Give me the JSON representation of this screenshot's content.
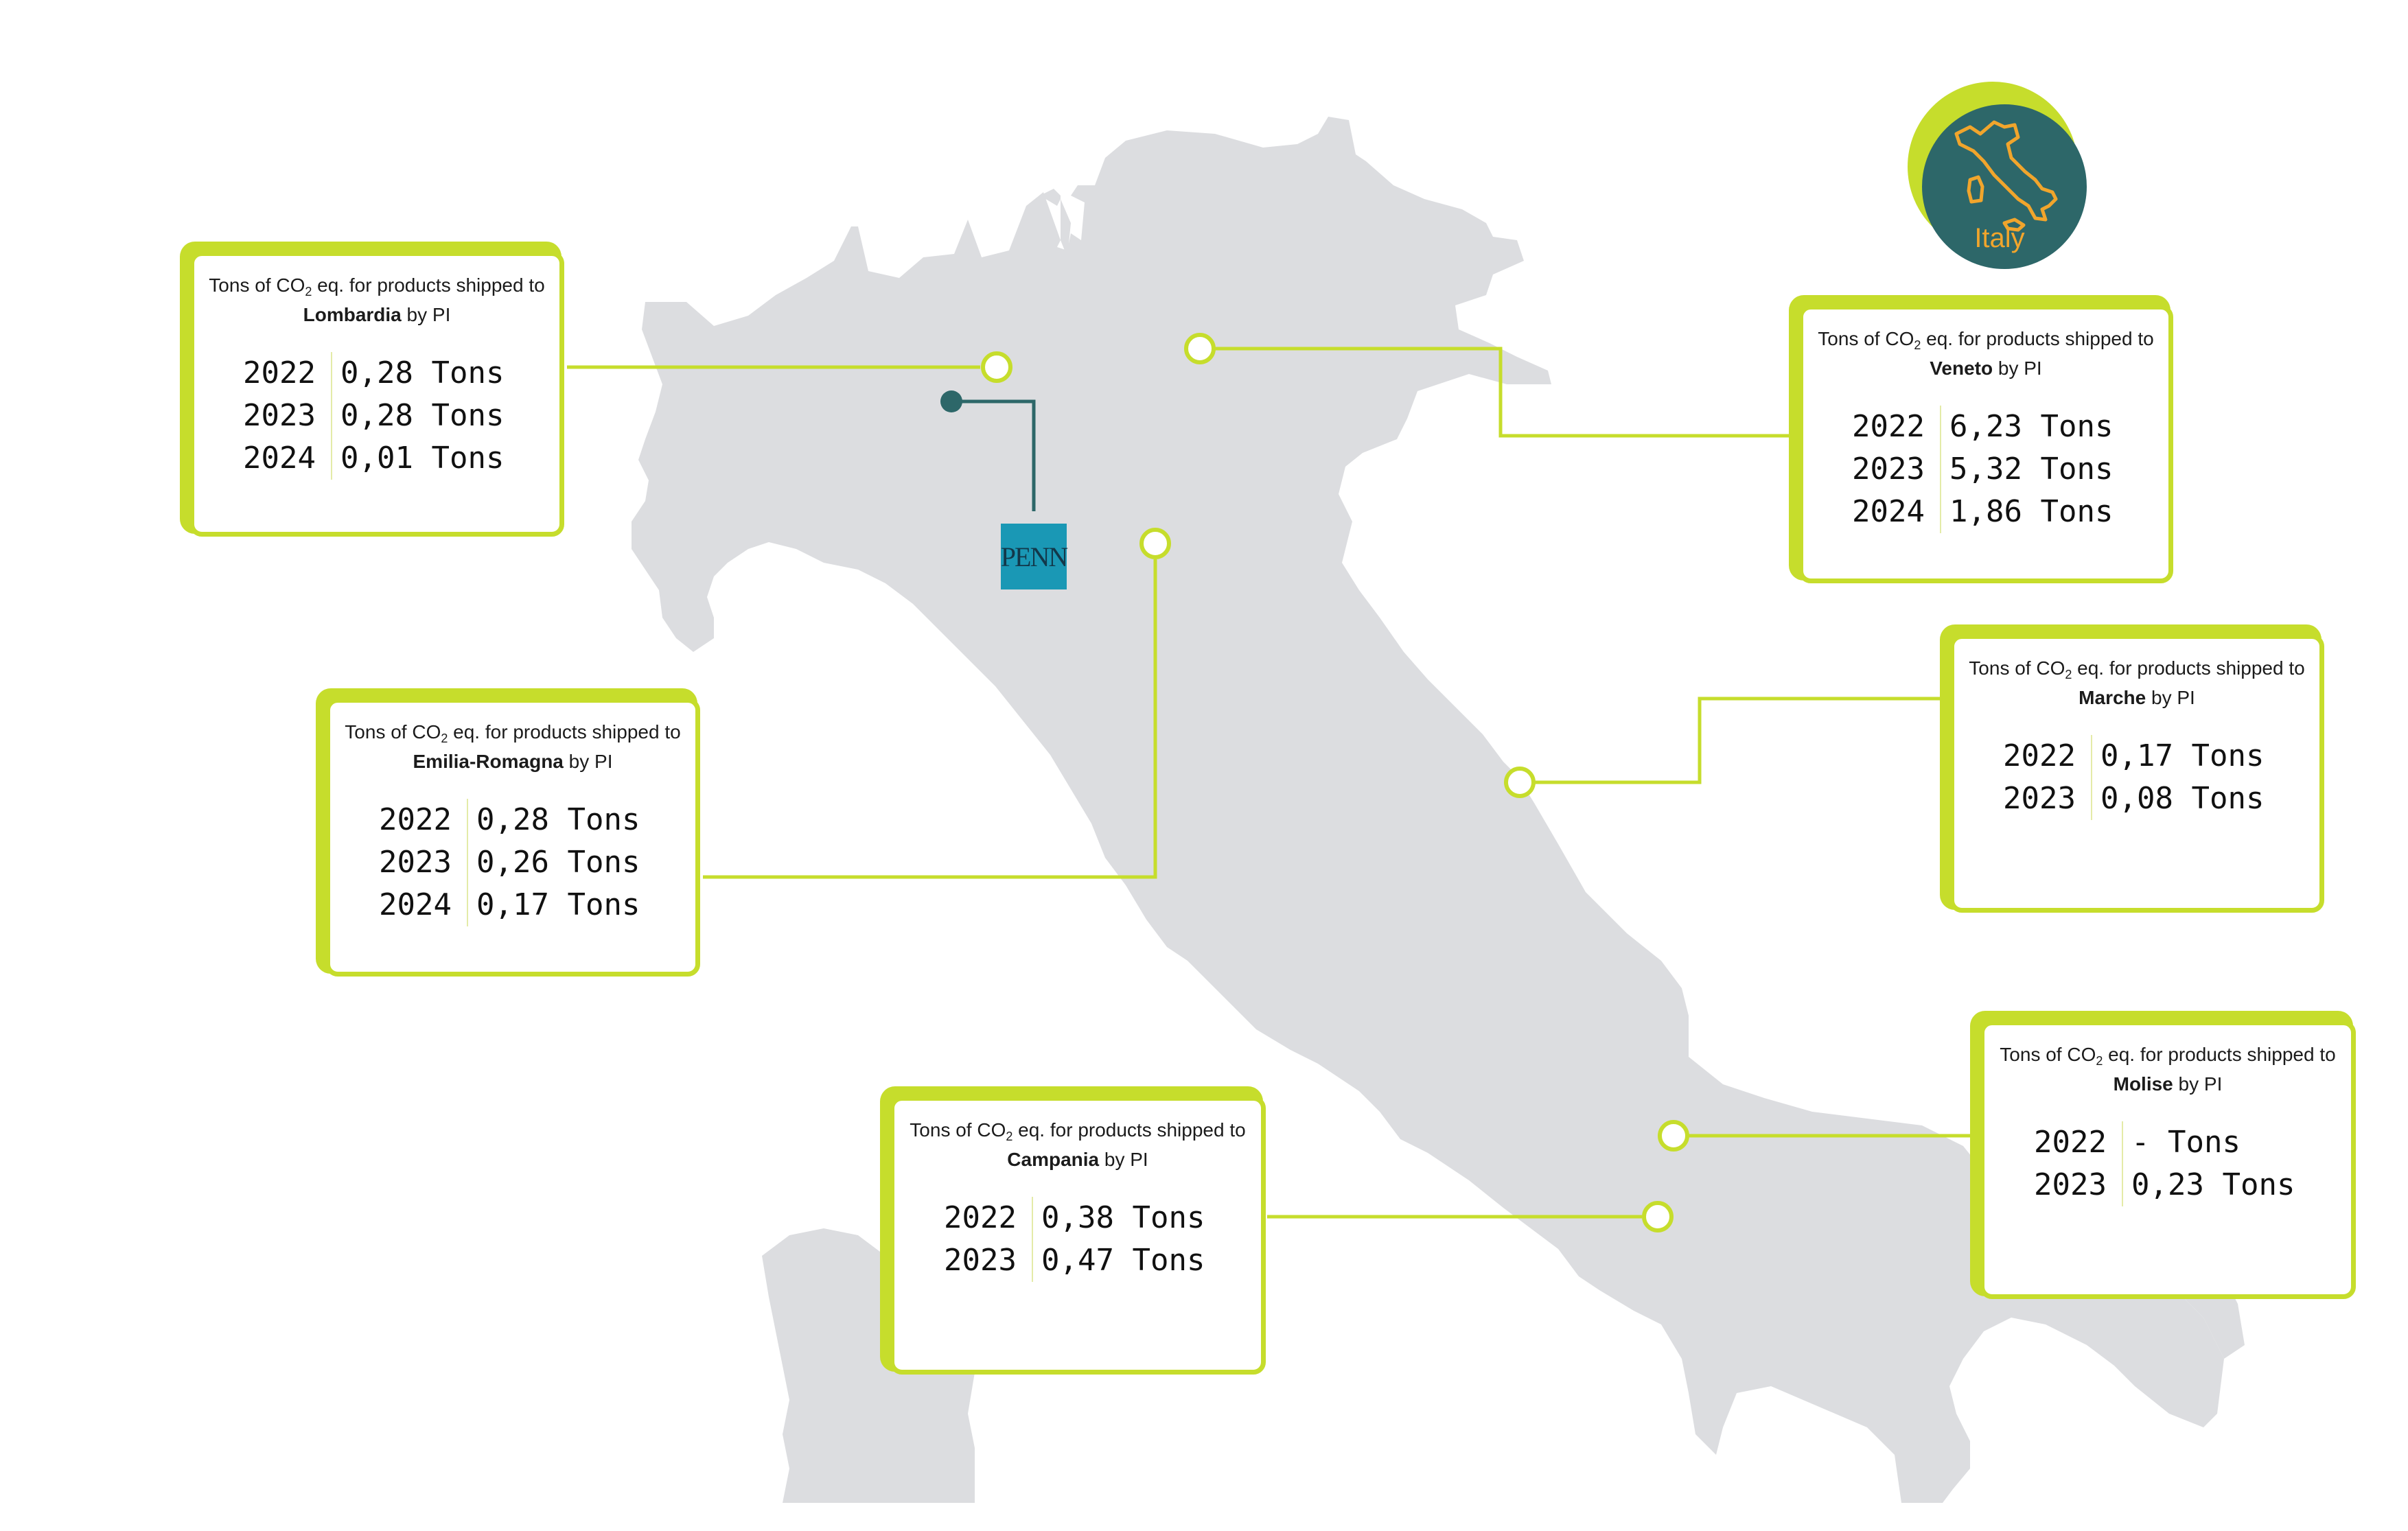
{
  "country_badge": {
    "label": "Italy",
    "ring_color": "#c6dd2c",
    "fill_color": "#2d6769",
    "text_color": "#f1a52c"
  },
  "company_logo": {
    "text": "PENN",
    "bg_color": "#1a98b5"
  },
  "map": {
    "land_color": "#dcdde0",
    "line_color": "#c6dd2c",
    "origin_color": "#2d6769"
  },
  "unit": "Tons",
  "title_prefix": "Tons of CO",
  "title_sub": "2",
  "title_mid": " eq. for products shipped to ",
  "title_suffix": " by PI",
  "regions": [
    {
      "name": "Lombardia",
      "rows": [
        {
          "year": "2022",
          "value": "0,28"
        },
        {
          "year": "2023",
          "value": "0,28"
        },
        {
          "year": "2024",
          "value": "0,01"
        }
      ]
    },
    {
      "name": "Veneto",
      "rows": [
        {
          "year": "2022",
          "value": "6,23"
        },
        {
          "year": "2023",
          "value": "5,32"
        },
        {
          "year": "2024",
          "value": "1,86"
        }
      ]
    },
    {
      "name": "Emilia-Romagna",
      "rows": [
        {
          "year": "2022",
          "value": "0,28"
        },
        {
          "year": "2023",
          "value": "0,26"
        },
        {
          "year": "2024",
          "value": "0,17"
        }
      ]
    },
    {
      "name": "Marche",
      "rows": [
        {
          "year": "2022",
          "value": "0,17"
        },
        {
          "year": "2023",
          "value": "0,08"
        }
      ]
    },
    {
      "name": "Campania",
      "rows": [
        {
          "year": "2022",
          "value": "0,38"
        },
        {
          "year": "2023",
          "value": "0,47"
        }
      ]
    },
    {
      "name": "Molise",
      "rows": [
        {
          "year": "2022",
          "value": "-"
        },
        {
          "year": "2023",
          "value": "0,23"
        }
      ]
    }
  ]
}
